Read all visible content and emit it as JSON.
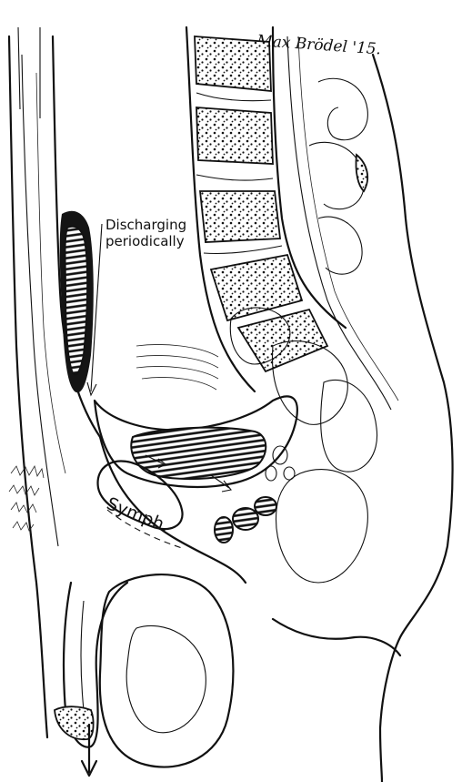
{
  "figure": {
    "signature": "Max Brödel '15.",
    "labels": {
      "discharging_line1": "Discharging",
      "discharging_line2": "periodically",
      "symph": "Symph."
    }
  }
}
